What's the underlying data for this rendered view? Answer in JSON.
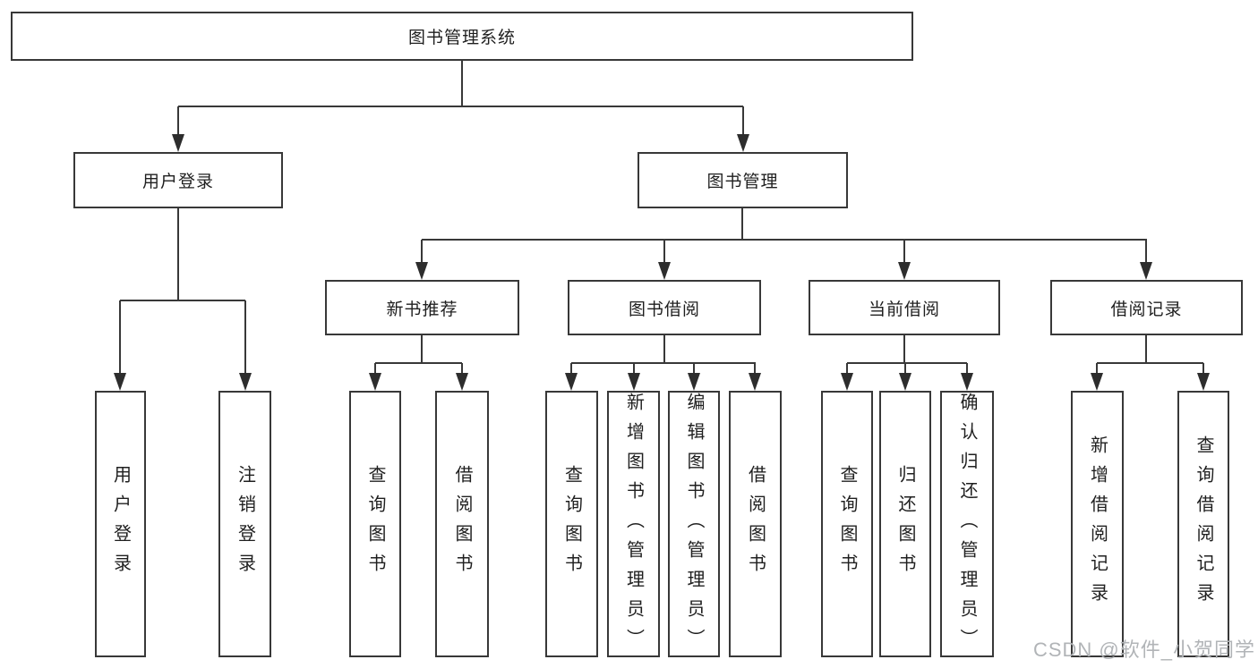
{
  "diagram": {
    "title": "图书管理系统",
    "nodes": {
      "root": "图书管理系统",
      "user_login": "用户登录",
      "book_mgmt": "图书管理",
      "l3": [
        "新书推荐",
        "图书借阅",
        "当前借阅",
        "借阅记录"
      ],
      "leaves_user": [
        "用户登录",
        "注销登录"
      ],
      "leaves_newbook": [
        "查询图书",
        "借阅图书"
      ],
      "leaves_borrow": [
        "查询图书",
        "新增图书（管理员）",
        "编辑图书（管理员）",
        "借阅图书"
      ],
      "leaves_current": [
        "查询图书",
        "归还图书",
        "确认归还（管理员）"
      ],
      "leaves_records": [
        "新增借阅记录",
        "查询借阅记录"
      ]
    },
    "colors": {
      "line": "#383838",
      "box_border": "#383838",
      "box_fill": "#ffffff",
      "text": "#1f1f1f",
      "background": "#ffffff"
    }
  },
  "watermark": {
    "text": "CSDN @软件_小贺同学",
    "color": "#b1b4b7"
  }
}
